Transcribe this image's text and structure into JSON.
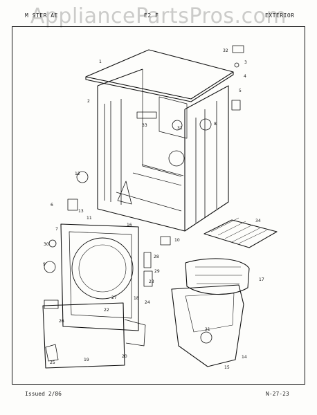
{
  "watermark": "AppliancePartsPros.com",
  "header": {
    "left": "M STER AE",
    "center": "E2 F",
    "right": "EXTERIOR"
  },
  "footer": {
    "issued": "Issued 2/86",
    "page": "N-27-23"
  },
  "callouts": [
    "1",
    "2",
    "3",
    "4",
    "5",
    "6",
    "7",
    "8",
    "9",
    "10",
    "11",
    "12",
    "13",
    "14",
    "15",
    "16",
    "17",
    "18",
    "19",
    "20",
    "21",
    "22",
    "23",
    "24",
    "25",
    "26",
    "27",
    "28",
    "29",
    "30",
    "31",
    "32",
    "33",
    "34"
  ]
}
